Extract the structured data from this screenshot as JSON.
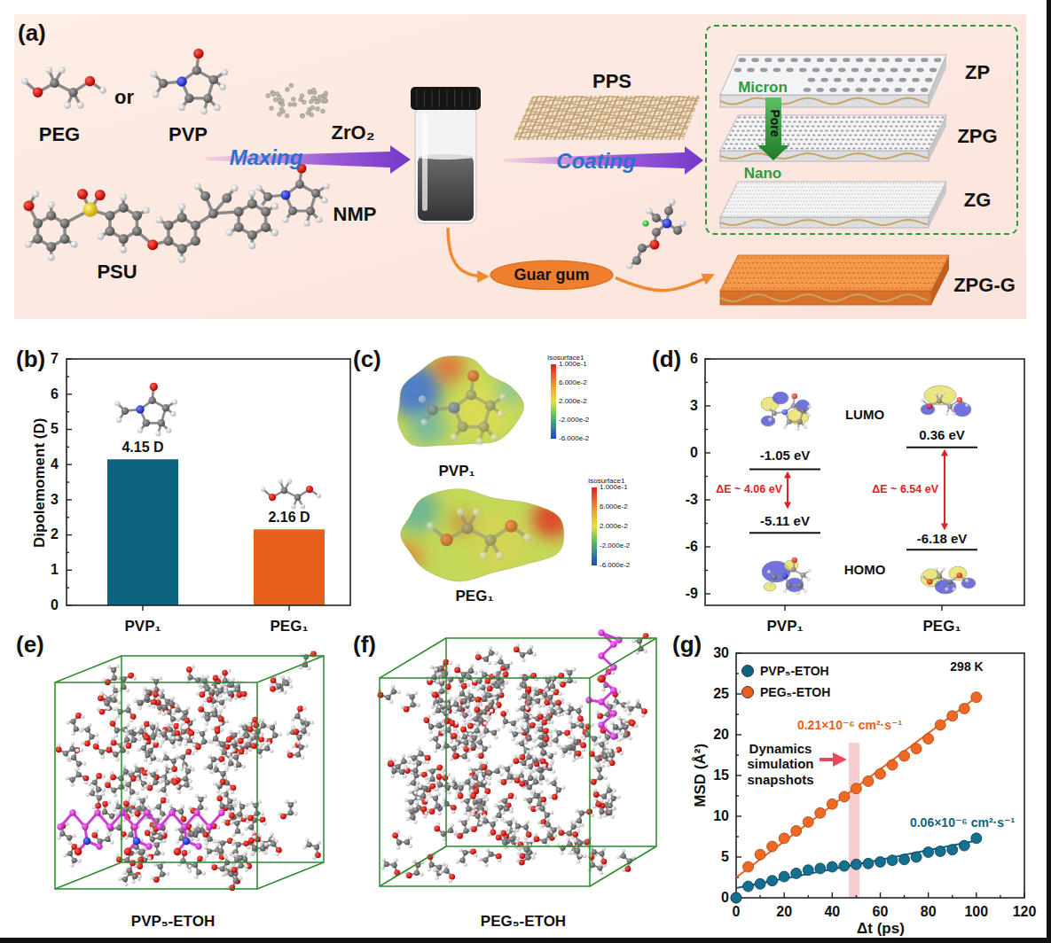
{
  "diagram": {
    "nodes": [
      {
        "text": [
          "ZP",
          "ZPG",
          "ZG",
          "Micron",
          "Pore",
          "Nano"
        ]
      },
      {
        "text": [
          "Guar gum"
        ]
      },
      {
        "text": [
          "ZPG-G"
        ]
      }
    ],
    "edges": [
      {
        "from": 1,
        "to": 2,
        "arrow": "to"
      }
    ],
    "labels": [
      "(a)",
      "PEG",
      "or",
      "PVP",
      "ZrO₂",
      "Maxing",
      "NMP",
      "PSU",
      "PPS",
      "Coating",
      "(b)",
      "Dipolemoment (D)",
      "0",
      "1",
      "2",
      "3",
      "4",
      "5",
      "6",
      "7",
      "4.15 D",
      "2.16 D",
      "PVP₁",
      "PEG₁",
      "(c)",
      "PVP₁",
      "PEG₁",
      "Isosurface1",
      "1.000e-1",
      "6.000e-2",
      "2.000e-2",
      "-2.000e-2",
      "-6.000e-2",
      "Isosurface1",
      "1.000e-1",
      "6.000e-2",
      "2.000e-2",
      "-2.000e-2",
      "-6.000e-2",
      "(d)",
      "6",
      "3",
      "0",
      "-3",
      "-6",
      "-9",
      "LUMO",
      "HOMO",
      "-1.05 eV",
      "-5.11 eV",
      "0.36 eV",
      "-6.18 eV",
      "ΔE ~ 4.06 eV",
      "ΔE ~ 6.54 eV",
      "PVP₁",
      "PEG₁",
      "(e)",
      "PVP₅-ETOH",
      "(f)",
      "PEG₅-ETOH",
      "(g)",
      "298 K",
      "0.21×10⁻⁶ cm²·s⁻¹",
      "0.06×10⁻⁶ cm²·s⁻¹",
      "Dynamics simulation snapshots",
      "MSD (Å²)",
      "Δt (ps)",
      "0",
      "20",
      "40",
      "60",
      "80",
      "100",
      "120",
      "0",
      "5",
      "10",
      "15",
      "20",
      "25",
      "30"
    ],
    "legend": [
      {
        "text": "PVP₅-ETOH",
        "color": "#0e6380"
      },
      {
        "text": "PEG₅-ETOH",
        "color": "#e8601c"
      }
    ]
  }
}
